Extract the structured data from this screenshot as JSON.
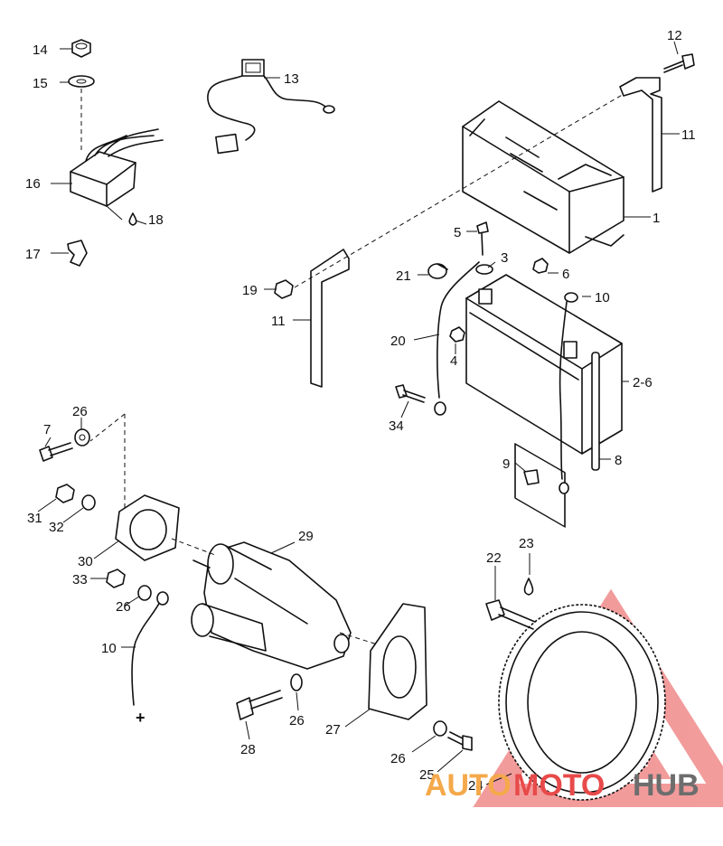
{
  "callouts": {
    "c1": "1",
    "c2_6": "2-6",
    "c3": "3",
    "c4": "4",
    "c5": "5",
    "c6": "6",
    "c7": "7",
    "c8": "8",
    "c9": "9",
    "c10a": "10",
    "c10b": "10",
    "c11a": "11",
    "c11b": "11",
    "c12": "12",
    "c13": "13",
    "c14": "14",
    "c15": "15",
    "c16": "16",
    "c17": "17",
    "c18": "18",
    "c19": "19",
    "c20": "20",
    "c21": "21",
    "c22": "22",
    "c23": "23",
    "c24": "24",
    "c25": "25",
    "c26a": "26",
    "c26b": "26",
    "c26c": "26",
    "c26d": "26",
    "c27": "27",
    "c28": "28",
    "c29": "29",
    "c30": "30",
    "c31": "31",
    "c32": "32",
    "c33": "33",
    "c34": "34"
  },
  "plus_sign": "+",
  "watermark": {
    "word1": "AUTO",
    "word2": "MOTO",
    "word3": "HUB",
    "color_red": "#e84a4a",
    "color_orange": "#f5a94a",
    "color_gray": "#6d6d6d"
  }
}
